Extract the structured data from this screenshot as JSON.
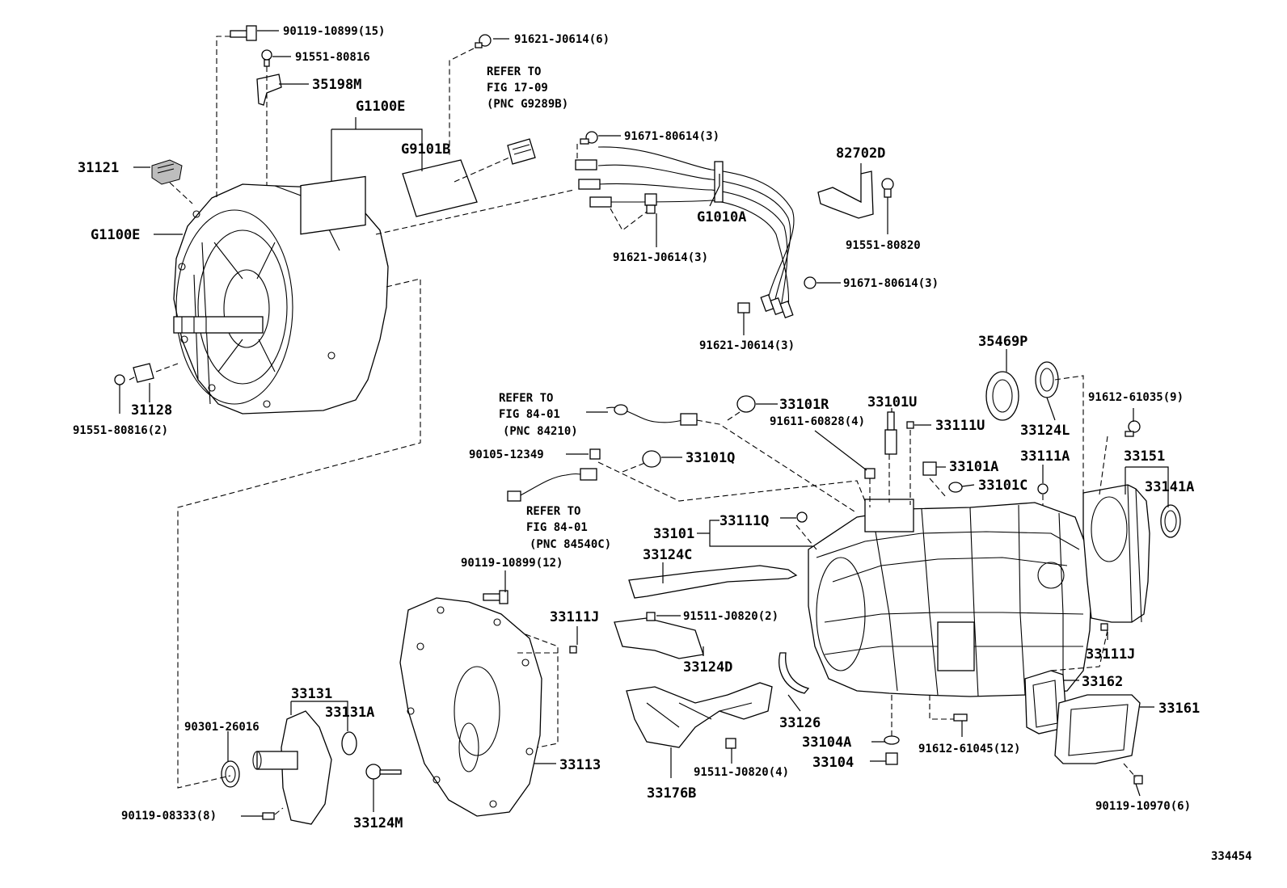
{
  "diagram": {
    "figure_number": "334454",
    "labels": {
      "l_90119_10899_15": "90119-10899(15)",
      "l_91551_80816": "91551-80816",
      "l_35198M": "35198M",
      "l_G1100E_top": "G1100E",
      "l_91621_J0614_6": "91621-J0614(6)",
      "l_refer_17_1": "REFER TO",
      "l_refer_17_2": "FIG 17-09",
      "l_refer_17_3": "(PNC G9289B)",
      "l_31121": "31121",
      "l_G9101B": "G9101B",
      "l_91671_80614_3_top": "91671-80614(3)",
      "l_82702D": "82702D",
      "l_G1100E_left": "G1100E",
      "l_G1010A": "G1010A",
      "l_91551_80820": "91551-80820",
      "l_91621_J0614_3_a": "91621-J0614(3)",
      "l_91671_80614_3_b": "91671-80614(3)",
      "l_91621_J0614_3_b": "91621-J0614(3)",
      "l_35469P": "35469P",
      "l_31128": "31128",
      "l_91551_80816_2": "91551-80816(2)",
      "l_refer_84a_1": "REFER TO",
      "l_refer_84a_2": "FIG 84-01",
      "l_refer_84a_3": "(PNC 84210)",
      "l_33101R": "33101R",
      "l_33101U": "33101U",
      "l_91612_61035_9": "91612-61035(9)",
      "l_91611_60828_4": "91611-60828(4)",
      "l_33111U": "33111U",
      "l_33124L": "33124L",
      "l_90105_12349": "90105-12349",
      "l_33101Q": "33101Q",
      "l_33111A": "33111A",
      "l_33151": "33151",
      "l_33101A": "33101A",
      "l_33101C": "33101C",
      "l_33141A": "33141A",
      "l_refer_84b_1": "REFER TO",
      "l_refer_84b_2": "FIG 84-01",
      "l_refer_84b_3": "(PNC 84540C)",
      "l_33101": "33101",
      "l_33111Q": "33111Q",
      "l_33124C": "33124C",
      "l_90119_10899_12": "90119-10899(12)",
      "l_33111J_a": "33111J",
      "l_91511_J0820_2": "91511-J0820(2)",
      "l_33111J_b": "33111J",
      "l_33124D": "33124D",
      "l_33162": "33162",
      "l_33131": "33131",
      "l_33131A": "33131A",
      "l_33161": "33161",
      "l_90301_26016": "90301-26016",
      "l_33126": "33126",
      "l_33104A": "33104A",
      "l_91612_61045_12": "91612-61045(12)",
      "l_33113": "33113",
      "l_33104": "33104",
      "l_91511_J0820_4": "91511-J0820(4)",
      "l_90119_10970_6": "90119-10970(6)",
      "l_90119_08333_8": "90119-08333(8)",
      "l_33176B": "33176B",
      "l_33124M": "33124M"
    }
  }
}
